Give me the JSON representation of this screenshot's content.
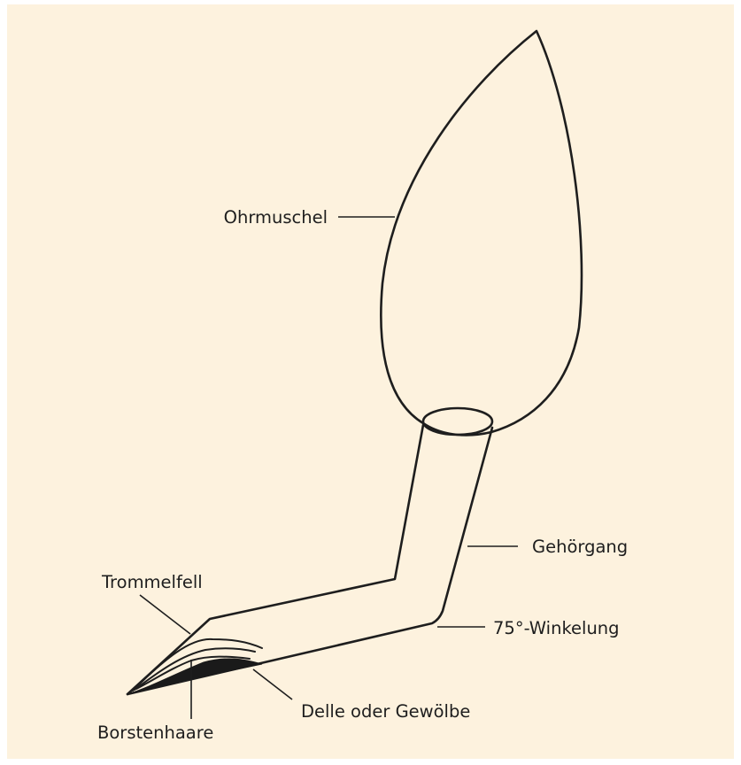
{
  "labels": {
    "pinna": "Ohrmuschel",
    "ear_canal": "Gehörgang",
    "eardrum": "Trommelfell",
    "bend": "75°-Winkelung",
    "dent": "Delle oder Gewölbe",
    "bristles": "Borstenhaare"
  },
  "colors": {
    "background": "#fdf2de",
    "stroke": "#1e1e1e"
  }
}
